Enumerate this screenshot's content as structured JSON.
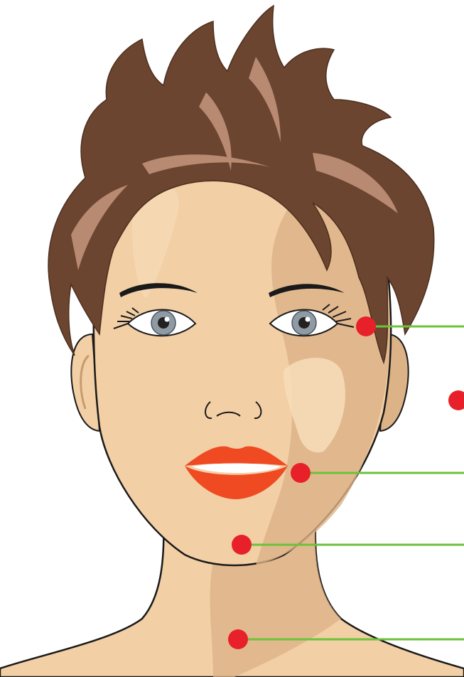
{
  "illustration": {
    "subject": "face-head-neck",
    "colors": {
      "skin": "#f2cfa5",
      "skin_shadow": "#dcb287",
      "skin_highlight": "#f6dcb8",
      "hair": "#6b4530",
      "hair_dark": "#4d2f1f",
      "hair_highlight": "#b98a72",
      "outline": "#1a1a1a",
      "iris": "#8f9aa3",
      "pupil": "#222222",
      "lips": "#f04a22",
      "teeth": "#ffffff",
      "marker": "#e8202a",
      "leader_line": "#6cc23a"
    }
  },
  "markers": [
    {
      "id": "eye-corner",
      "has_leader": true
    },
    {
      "id": "cheek",
      "has_leader": false
    },
    {
      "id": "mouth-corner",
      "has_leader": true
    },
    {
      "id": "chin",
      "has_leader": true
    },
    {
      "id": "neck",
      "has_leader": true
    }
  ]
}
